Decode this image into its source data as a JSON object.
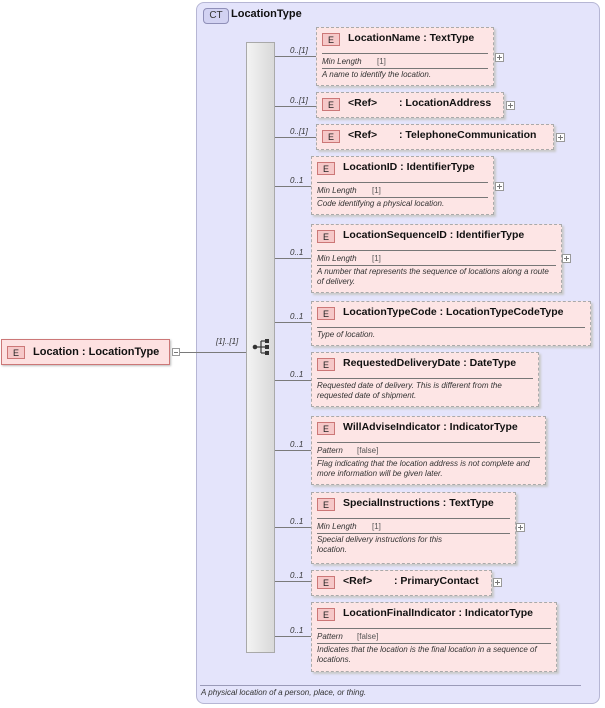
{
  "complex_type": {
    "badge": "CT",
    "name": "LocationType",
    "description": "A physical location of a person, place, or thing."
  },
  "root_element": {
    "badge": "E",
    "label": "Location : LocationType",
    "multiplicity": "[1]..[1]"
  },
  "elements": [
    {
      "badge": "E",
      "title": "LocationName : TextType",
      "multiplicity": "0..[1]",
      "facet_name": "Min Length",
      "facet_value": "[1]",
      "description": "A name to identify the location."
    },
    {
      "badge": "E",
      "ref_word": "<Ref>",
      "ref_type": ": LocationAddress",
      "multiplicity": "0..[1]"
    },
    {
      "badge": "E",
      "ref_word": "<Ref>",
      "ref_type": ": TelephoneCommunication",
      "multiplicity": "0..[1]"
    },
    {
      "badge": "E",
      "title": "LocationID : IdentifierType",
      "multiplicity": "0..1",
      "facet_name": "Min Length",
      "facet_value": "[1]",
      "description": "Code identifying a physical location."
    },
    {
      "badge": "E",
      "title": "LocationSequenceID : IdentifierType",
      "multiplicity": "0..1",
      "facet_name": "Min Length",
      "facet_value": "[1]",
      "description": "A number that represents the sequence of locations along a route of delivery."
    },
    {
      "badge": "E",
      "title": "LocationTypeCode : LocationTypeCodeType",
      "multiplicity": "0..1",
      "description": "Type of location."
    },
    {
      "badge": "E",
      "title": "RequestedDeliveryDate : DateType",
      "multiplicity": "0..1",
      "description": "Requested date of delivery. This is different from the requested date of shipment."
    },
    {
      "badge": "E",
      "title": "WillAdviseIndicator : IndicatorType",
      "multiplicity": "0..1",
      "facet_name": "Pattern",
      "facet_value": "[false]",
      "description": "Flag indicating that the location address is not complete and more information will be given later."
    },
    {
      "badge": "E",
      "title": "SpecialInstructions : TextType",
      "multiplicity": "0..1",
      "facet_name": "Min Length",
      "facet_value": "[1]",
      "description": "Special delivery instructions for this location."
    },
    {
      "badge": "E",
      "ref_word": "<Ref>",
      "ref_type": ": PrimaryContact",
      "multiplicity": "0..1"
    },
    {
      "badge": "E",
      "title": "LocationFinalIndicator : IndicatorType",
      "multiplicity": "0..1",
      "facet_name": "Pattern",
      "facet_value": "[false]",
      "description": "Indicates that the location is the final location in a sequence of locations."
    }
  ]
}
